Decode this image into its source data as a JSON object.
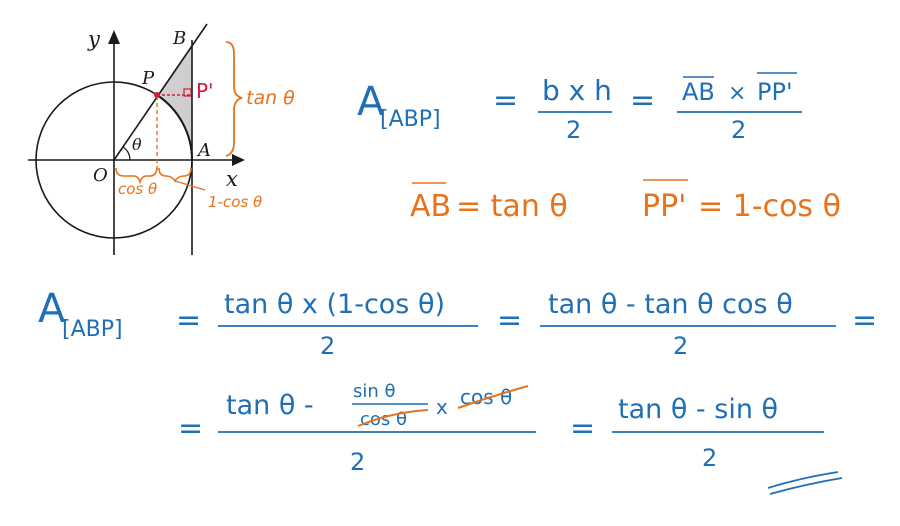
{
  "colors": {
    "axis": "#1a1a1a",
    "blue": "#1f6fb5",
    "orange": "#e8731c",
    "red": "#d81b3c",
    "shade": "#c9c9c9"
  },
  "diagram": {
    "y_label": "y",
    "x_label": "x",
    "origin_label": "O",
    "point_p": "P",
    "point_a": "A",
    "point_b": "B",
    "angle_label": "θ",
    "point_p_prime": "P'",
    "tan_label": "tan θ",
    "cos_label": "cos θ",
    "one_minus_cos_label": "1-cos θ"
  },
  "formula1": {
    "lhs": "A",
    "lhs_sub": "[ABP]",
    "eq": "=",
    "num1": "b x h",
    "den1": "2",
    "eq2": "=",
    "num2_ab": "AB",
    "times": "×",
    "num2_pp": "PP'",
    "den2": "2"
  },
  "formula2": {
    "ab": "AB",
    "ab_rhs": "= tan θ",
    "pp": "PP'",
    "pp_rhs": "= 1-cos θ"
  },
  "formula3": {
    "lhs": "A",
    "lhs_sub": "[ABP]",
    "eq": "=",
    "num1": "tan θ x (1-cos θ)",
    "den1": "2",
    "eq2": "=",
    "num2": "tan θ - tan θ cos θ",
    "den2": "2",
    "eq3": "="
  },
  "formula4": {
    "eq": "=",
    "tan": "tan θ -",
    "frac_num": "sin θ",
    "frac_den": "cos θ",
    "times": "x",
    "cos": "cos θ",
    "den": "2",
    "eq2": "=",
    "result_num": "tan θ - sin θ",
    "result_den": "2"
  }
}
